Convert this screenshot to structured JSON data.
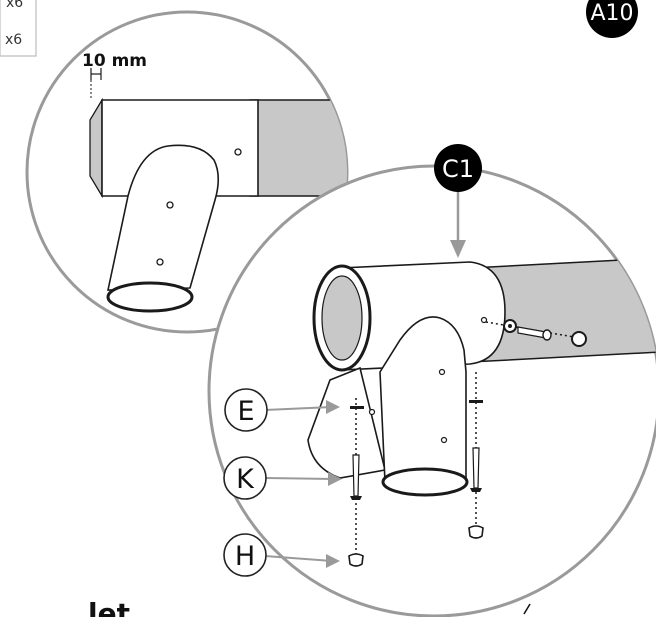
{
  "qty_labels": [
    "x6",
    "x6"
  ],
  "step_badge": "A10",
  "detail": {
    "measure": "10 mm"
  },
  "main": {
    "part_badge": "C1",
    "callouts": [
      "E",
      "K",
      "H"
    ]
  },
  "footer_text": "let",
  "colors": {
    "tube_fill": "#c8c8c8",
    "line": "#1a1a1a",
    "circle_outline": "#9a9a9a",
    "badge": "#000000"
  }
}
